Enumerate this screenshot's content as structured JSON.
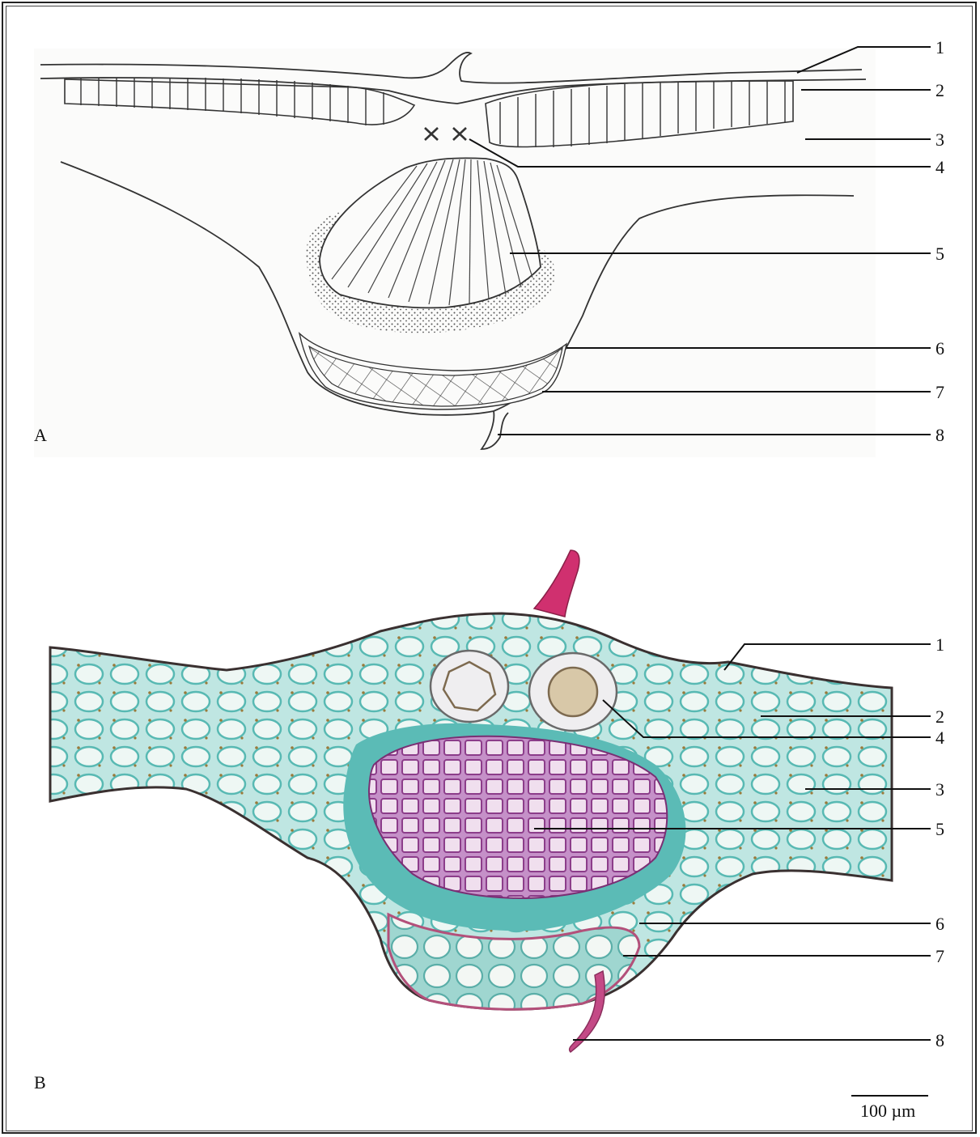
{
  "panels": {
    "a": {
      "letter": "A",
      "labels": [
        "1",
        "2",
        "3",
        "4",
        "5",
        "6",
        "7",
        "8"
      ]
    },
    "b": {
      "letter": "B",
      "labels": [
        "1",
        "2",
        "4",
        "3",
        "5",
        "6",
        "7",
        "8"
      ],
      "scale_bar": "100 µm"
    }
  },
  "colors": {
    "line": "#333333",
    "stain_cyan": "#4fb8b4",
    "stain_magenta": "#b03a7a",
    "cuticle_pink": "#d45a8a"
  }
}
